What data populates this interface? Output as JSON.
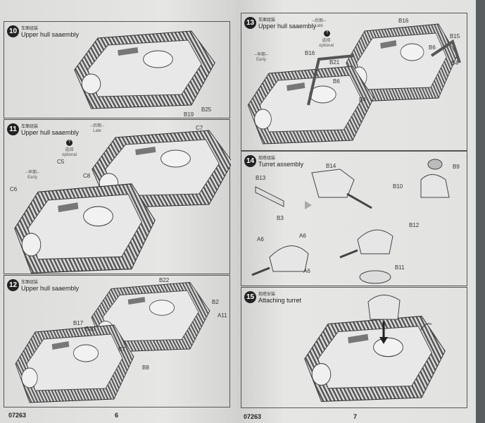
{
  "left_page": {
    "steps": [
      {
        "number": "10",
        "title_cn": "车面组装",
        "title": "Upper hull saaembly",
        "parts": [
          "B19",
          "B25"
        ]
      },
      {
        "number": "11",
        "title_cn": "车面组装",
        "title": "Upper hull saaembly",
        "late_cn": "--后期--",
        "late": "Late",
        "early_cn": "--早期--",
        "early": "Early",
        "optional_cn": "选择",
        "optional": "optional",
        "optional_icon": "?",
        "parts": [
          "C7",
          "C5",
          "C8",
          "C6"
        ]
      },
      {
        "number": "12",
        "title_cn": "车面组装",
        "title": "Upper hull saaembly",
        "parts": [
          "B22",
          "B2",
          "A11",
          "B17",
          "B20",
          "B7",
          "B8"
        ]
      }
    ],
    "code": "07263",
    "page_number": "6"
  },
  "right_page": {
    "steps": [
      {
        "number": "13",
        "title_cn": "车面组装",
        "title": "Upper hull saaembly",
        "late_cn": "--后期--",
        "late": "Late",
        "early_cn": "--早期--",
        "early": "Early",
        "optional_cn": "选择",
        "optional": "optional",
        "optional_icon": "?",
        "parts": [
          "B16",
          "B15",
          "B6",
          "B4",
          "B16",
          "B21",
          "B6",
          "B4"
        ]
      },
      {
        "number": "14",
        "title_cn": "炮塔组装",
        "title": "Turret assembly",
        "parts": [
          "B14",
          "B9",
          "B13",
          "B10",
          "B3",
          "B12",
          "A6",
          "A6",
          "A6",
          "B11"
        ]
      },
      {
        "number": "15",
        "title_cn": "炮塔安装",
        "title": "Attaching turret",
        "parts": []
      }
    ],
    "code": "07263",
    "page_number": "7"
  }
}
